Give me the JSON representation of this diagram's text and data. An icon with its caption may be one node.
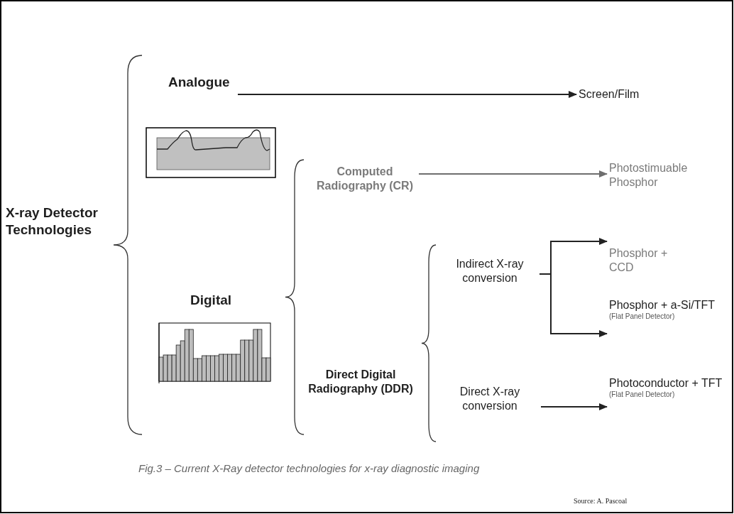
{
  "diagram": {
    "caption": "Fig.3 – Current X-Ray detector technologies for x-ray diagnostic imaging",
    "nodes": [
      {
        "text": [
          "X-ray Detector Technologies"
        ]
      },
      {
        "text": [
          "Analogue"
        ]
      },
      {
        "text": [
          "Screen/Film"
        ]
      },
      {
        "text": [
          "Computed Radiography (CR)"
        ]
      },
      {
        "text": [
          "Photostimuable Phosphor"
        ]
      },
      {
        "text": [
          "Digital"
        ]
      },
      {
        "text": [
          "Indirect X-ray conversion"
        ]
      },
      {
        "text": [
          "Phosphor + CCD"
        ]
      },
      {
        "text": [
          "Phosphor + a-Si/TFT"
        ],
        "beside": [
          "(Flat Panel Detector)"
        ]
      },
      {
        "text": [
          "Direct Digital Radiography (DDR)"
        ]
      },
      {
        "text": [
          "Direct X-ray conversion"
        ]
      },
      {
        "text": [
          "Photoconductor + TFT"
        ],
        "beside": [
          "(Flat Panel Detector)"
        ]
      }
    ],
    "edges": [
      {
        "from": 1,
        "to": 2,
        "arrow": "to"
      },
      {
        "from": 3,
        "to": 4,
        "arrow": "to",
        "color": "#6e6e6e"
      },
      {
        "from": 6,
        "to": 7,
        "arrow": "to"
      },
      {
        "from": 6,
        "to": 8,
        "arrow": "to"
      },
      {
        "from": 10,
        "to": 11,
        "arrow": "to"
      }
    ],
    "labels": [
      "Source: A. Pascoal"
    ]
  }
}
